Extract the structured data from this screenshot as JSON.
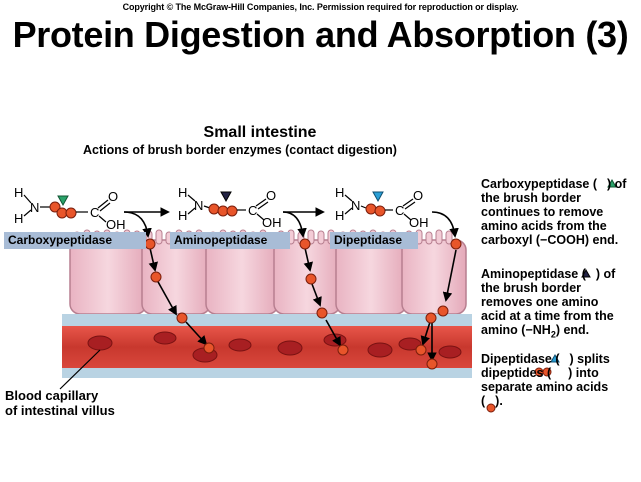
{
  "header": {
    "copyright": "Copyright © The McGraw-Hill Companies, Inc. Permission required for reproduction or display.",
    "title": "Protein Digestion and Absorption (3)"
  },
  "diagram": {
    "subtitle": "Small intestine",
    "caption": "Actions of brush border enzymes (contact digestion)",
    "enzymes": [
      "Carboxypeptidase",
      "Aminopeptidase",
      "Dipeptidase"
    ],
    "blood_label": [
      "Blood capillary",
      "of intestinal villus"
    ],
    "chem": {
      "h": "H",
      "n": "N",
      "c": "C",
      "o": "O",
      "oh": "OH"
    }
  },
  "descriptions": {
    "carboxy": [
      "Carboxypeptidase (",
      ") of",
      "the brush border",
      "continues to remove",
      "amino acids from the",
      "carboxyl (−COOH) end."
    ],
    "amino": [
      "Aminopeptidase (",
      ") of",
      "the brush border",
      "removes one amino",
      "acid at a time from the",
      "amino (−NH",
      "2",
      ") end."
    ],
    "dipep": [
      "Dipeptidase (",
      ") splits",
      "dipeptides (",
      ") into",
      "separate amino acids",
      "(",
      ")."
    ]
  },
  "colors": {
    "carboxy_triangle": "#2aa36a",
    "amino_triangle": "#222244",
    "dipep_triangle": "#2a9fd6",
    "amino_acid": "#e8552a",
    "enzyme_band": "#a8bcd6",
    "cell": "#f1c7d1",
    "blood": "#c8382e"
  }
}
